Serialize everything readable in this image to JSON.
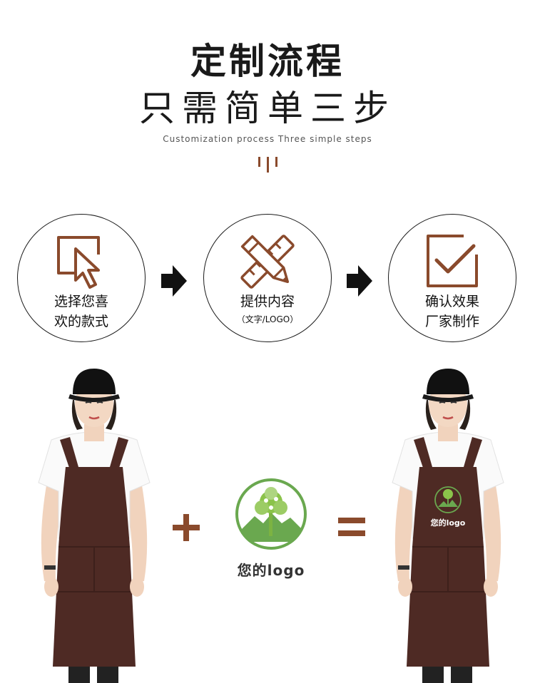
{
  "header": {
    "title": "定制流程",
    "subtitle": "只需简单三步",
    "english": "Customization process Three simple steps"
  },
  "steps": [
    {
      "icon": "cursor-select-icon",
      "line1": "选择您喜",
      "line2": "欢的款式",
      "note": ""
    },
    {
      "icon": "pencil-ruler-icon",
      "line1": "提供内容",
      "line2": "",
      "note": "（文字/LOGO）"
    },
    {
      "icon": "checkbox-check-icon",
      "line1": "确认效果",
      "line2": "厂家制作",
      "note": ""
    }
  ],
  "showcase": {
    "logo_caption": "您的logo",
    "apron_logo_caption": "您的logo"
  },
  "colors": {
    "accent_brown": "#8a4a2c",
    "apron_brown": "#4e2a24",
    "logo_green": "#6aa84f"
  }
}
